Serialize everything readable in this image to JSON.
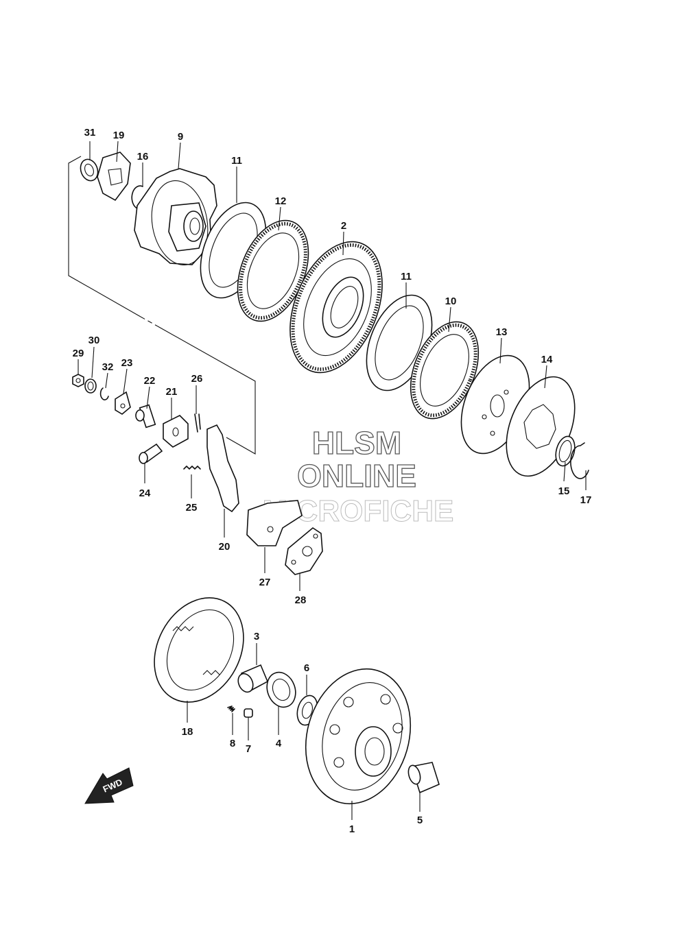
{
  "callouts": [
    {
      "id": "p31",
      "label": "31"
    },
    {
      "id": "p19",
      "label": "19"
    },
    {
      "id": "p16",
      "label": "16"
    },
    {
      "id": "p9",
      "label": "9"
    },
    {
      "id": "p11a",
      "label": "11"
    },
    {
      "id": "p12",
      "label": "12"
    },
    {
      "id": "p2",
      "label": "2"
    },
    {
      "id": "p11b",
      "label": "11"
    },
    {
      "id": "p10",
      "label": "10"
    },
    {
      "id": "p13",
      "label": "13"
    },
    {
      "id": "p14",
      "label": "14"
    },
    {
      "id": "p15",
      "label": "15"
    },
    {
      "id": "p17",
      "label": "17"
    },
    {
      "id": "p30",
      "label": "30"
    },
    {
      "id": "p29",
      "label": "29"
    },
    {
      "id": "p32",
      "label": "32"
    },
    {
      "id": "p23",
      "label": "23"
    },
    {
      "id": "p22",
      "label": "22"
    },
    {
      "id": "p21",
      "label": "21"
    },
    {
      "id": "p26",
      "label": "26"
    },
    {
      "id": "p24",
      "label": "24"
    },
    {
      "id": "p25",
      "label": "25"
    },
    {
      "id": "p20",
      "label": "20"
    },
    {
      "id": "p27",
      "label": "27"
    },
    {
      "id": "p28",
      "label": "28"
    },
    {
      "id": "p3",
      "label": "3"
    },
    {
      "id": "p6",
      "label": "6"
    },
    {
      "id": "p18",
      "label": "18"
    },
    {
      "id": "p8",
      "label": "8"
    },
    {
      "id": "p7",
      "label": "7"
    },
    {
      "id": "p4",
      "label": "4"
    },
    {
      "id": "p1",
      "label": "1"
    },
    {
      "id": "p5",
      "label": "5"
    }
  ],
  "watermark": {
    "line1": "HLSM",
    "line2": "ONLINE",
    "line3": "MICROFICHE"
  },
  "direction_arrow": {
    "label": "FWD",
    "icon": "fwd-arrow-icon"
  }
}
